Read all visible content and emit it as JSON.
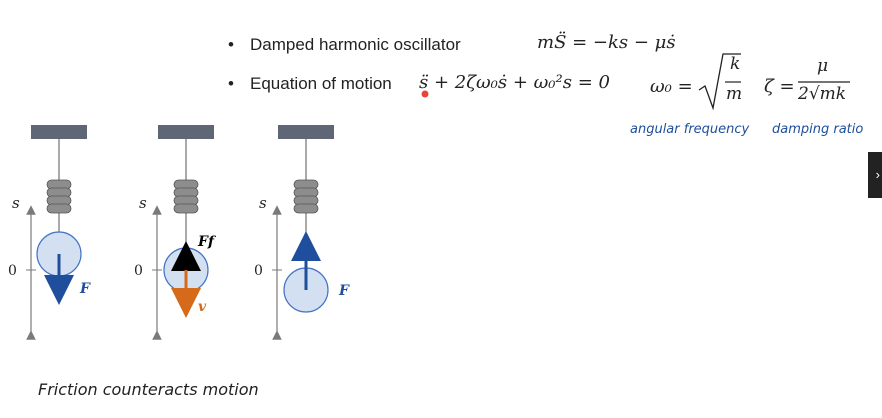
{
  "bullets": [
    {
      "dot": "•",
      "text": "Damped harmonic oscillator"
    },
    {
      "dot": "•",
      "text": "Equation of motion"
    }
  ],
  "equations": {
    "force_law": "mS̈ = −ks − μṡ",
    "motion": "s̈ + 2ζω₀ṡ + ω₀²s = 0",
    "omega_lhs": "ω₀ =",
    "omega_num": "k",
    "omega_den": "m",
    "zeta_lhs": "ζ =",
    "zeta_num": "μ",
    "zeta_den": "2√mk"
  },
  "annotations": {
    "omega_label": "angular frequency",
    "zeta_label": "damping ratio"
  },
  "caption": "Friction counteracts motion",
  "panels": [
    {
      "axis_label": "s",
      "zero_label": "0",
      "force_label": "F",
      "velocity_label": ""
    },
    {
      "axis_label": "s",
      "zero_label": "0",
      "force_label": "Ff",
      "velocity_label": "v"
    },
    {
      "axis_label": "s",
      "zero_label": "0",
      "force_label": "F",
      "velocity_label": ""
    }
  ],
  "colors": {
    "ceiling": "#5f6675",
    "spring": "#8d8d8d",
    "mass_fill": "#d3e0f1",
    "mass_stroke": "#4472c4",
    "force_blue": "#1f4e9c",
    "velocity_orange": "#d46a1a",
    "friction_black": "#000000",
    "axis": "#7a7a7a",
    "annotation": "#1f4e9c"
  },
  "side_tab_icon": "chevron-right-icon"
}
